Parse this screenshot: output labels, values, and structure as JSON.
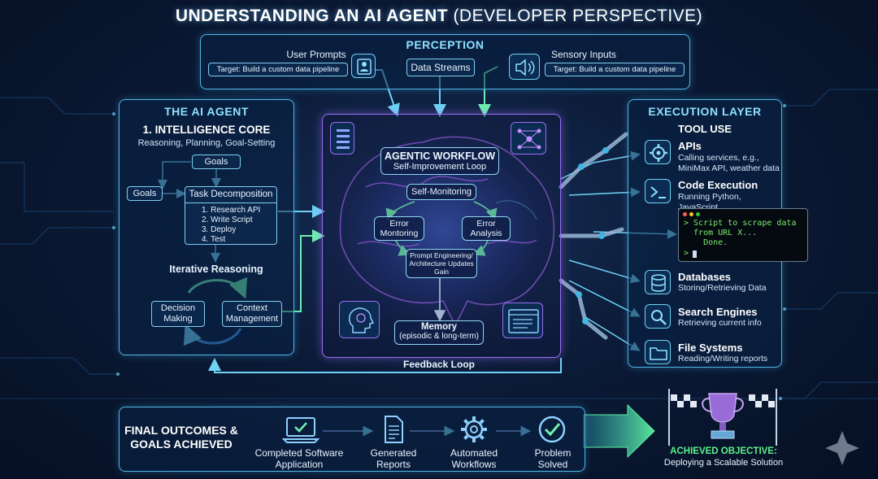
{
  "title": {
    "main": "UNDERSTANDING AN AI AGENT",
    "sub": "(DEVELOPER PERSPECTIVE)"
  },
  "perception": {
    "title": "PERCEPTION",
    "user_prompts": {
      "label": "User Prompts",
      "target": "Target: Build a custom data pipeline"
    },
    "data_streams": {
      "label": "Data Streams"
    },
    "sensory_inputs": {
      "label": "Sensory Inputs",
      "target": "Target: Build a custom data pipeline"
    }
  },
  "agent": {
    "title": "THE AI AGENT",
    "core_title": "1. INTELLIGENCE CORE",
    "core_subtitle": "Reasoning, Planning, Goal-Setting",
    "goals_top": "Goals",
    "goals_left": "Goals",
    "task_decomposition": {
      "title": "Task Decomposition",
      "steps": [
        "1. Research API",
        "2. Write Script",
        "3. Deploy",
        "4. Test"
      ]
    },
    "iterative_reasoning": "Iterative Reasoning",
    "decision_making": [
      "Decision",
      "Making"
    ],
    "context_management": [
      "Context",
      "Management"
    ]
  },
  "workflow": {
    "title": "AGENTIC WORKFLOW",
    "subtitle": "Self-Improvement Loop",
    "self_monitoring": "Self-Monitoring",
    "error_monitoring": [
      "Error",
      "Montoring"
    ],
    "error_analysis": [
      "Error",
      "Analysis"
    ],
    "prompt_engineering": [
      "Prompt Engineering/",
      "Architecture Updates",
      "Gain"
    ],
    "memory": {
      "title": "Memory",
      "subtitle": "(episodic & long-term)"
    },
    "feedback_loop": "Feedback Loop"
  },
  "execution": {
    "title": "EXECUTION LAYER",
    "tool_use": "TOOL USE",
    "tools": [
      {
        "icon": "gear-icon",
        "title": "APIs",
        "desc": [
          "Calling services, e.g.,",
          "MiniMax API, weather data"
        ]
      },
      {
        "icon": "terminal-icon",
        "title": "Code Execution",
        "desc": [
          "Running Python, JavaScript"
        ]
      },
      {
        "icon": "database-icon",
        "title": "Databases",
        "desc": [
          "Storing/Retrieving Data"
        ]
      },
      {
        "icon": "search-icon",
        "title": "Search Engines",
        "desc": [
          "Retrieving current info"
        ]
      },
      {
        "icon": "folder-icon",
        "title": "File Systems",
        "desc": [
          "Reading/Writing reports"
        ]
      }
    ],
    "terminal": {
      "lines": [
        "> Script to scrape data",
        "  from URL X...",
        "    Done.",
        ">"
      ]
    }
  },
  "outcomes": {
    "title": [
      "FINAL OUTCOMES &",
      "GOALS ACHIEVED"
    ],
    "items": [
      {
        "icon": "laptop-check-icon",
        "label": [
          "Completed Software",
          "Application"
        ]
      },
      {
        "icon": "document-icon",
        "label": [
          "Generated",
          "Reports"
        ]
      },
      {
        "icon": "gear-icon",
        "label": [
          "Automated",
          "Workflows"
        ]
      },
      {
        "icon": "check-circle-icon",
        "label": [
          "Problem",
          "Solved"
        ]
      }
    ],
    "achieved": {
      "title": "ACHIEVED OBJECTIVE:",
      "subtitle": "Deploying a Scalable Solution"
    }
  },
  "colors": {
    "accent_cyan": "#4fb9e6",
    "accent_green": "#5ef0a0",
    "accent_purple": "#b070ff",
    "achieved_green": "#5ef08a",
    "terminal_text": "#7bea6e"
  }
}
